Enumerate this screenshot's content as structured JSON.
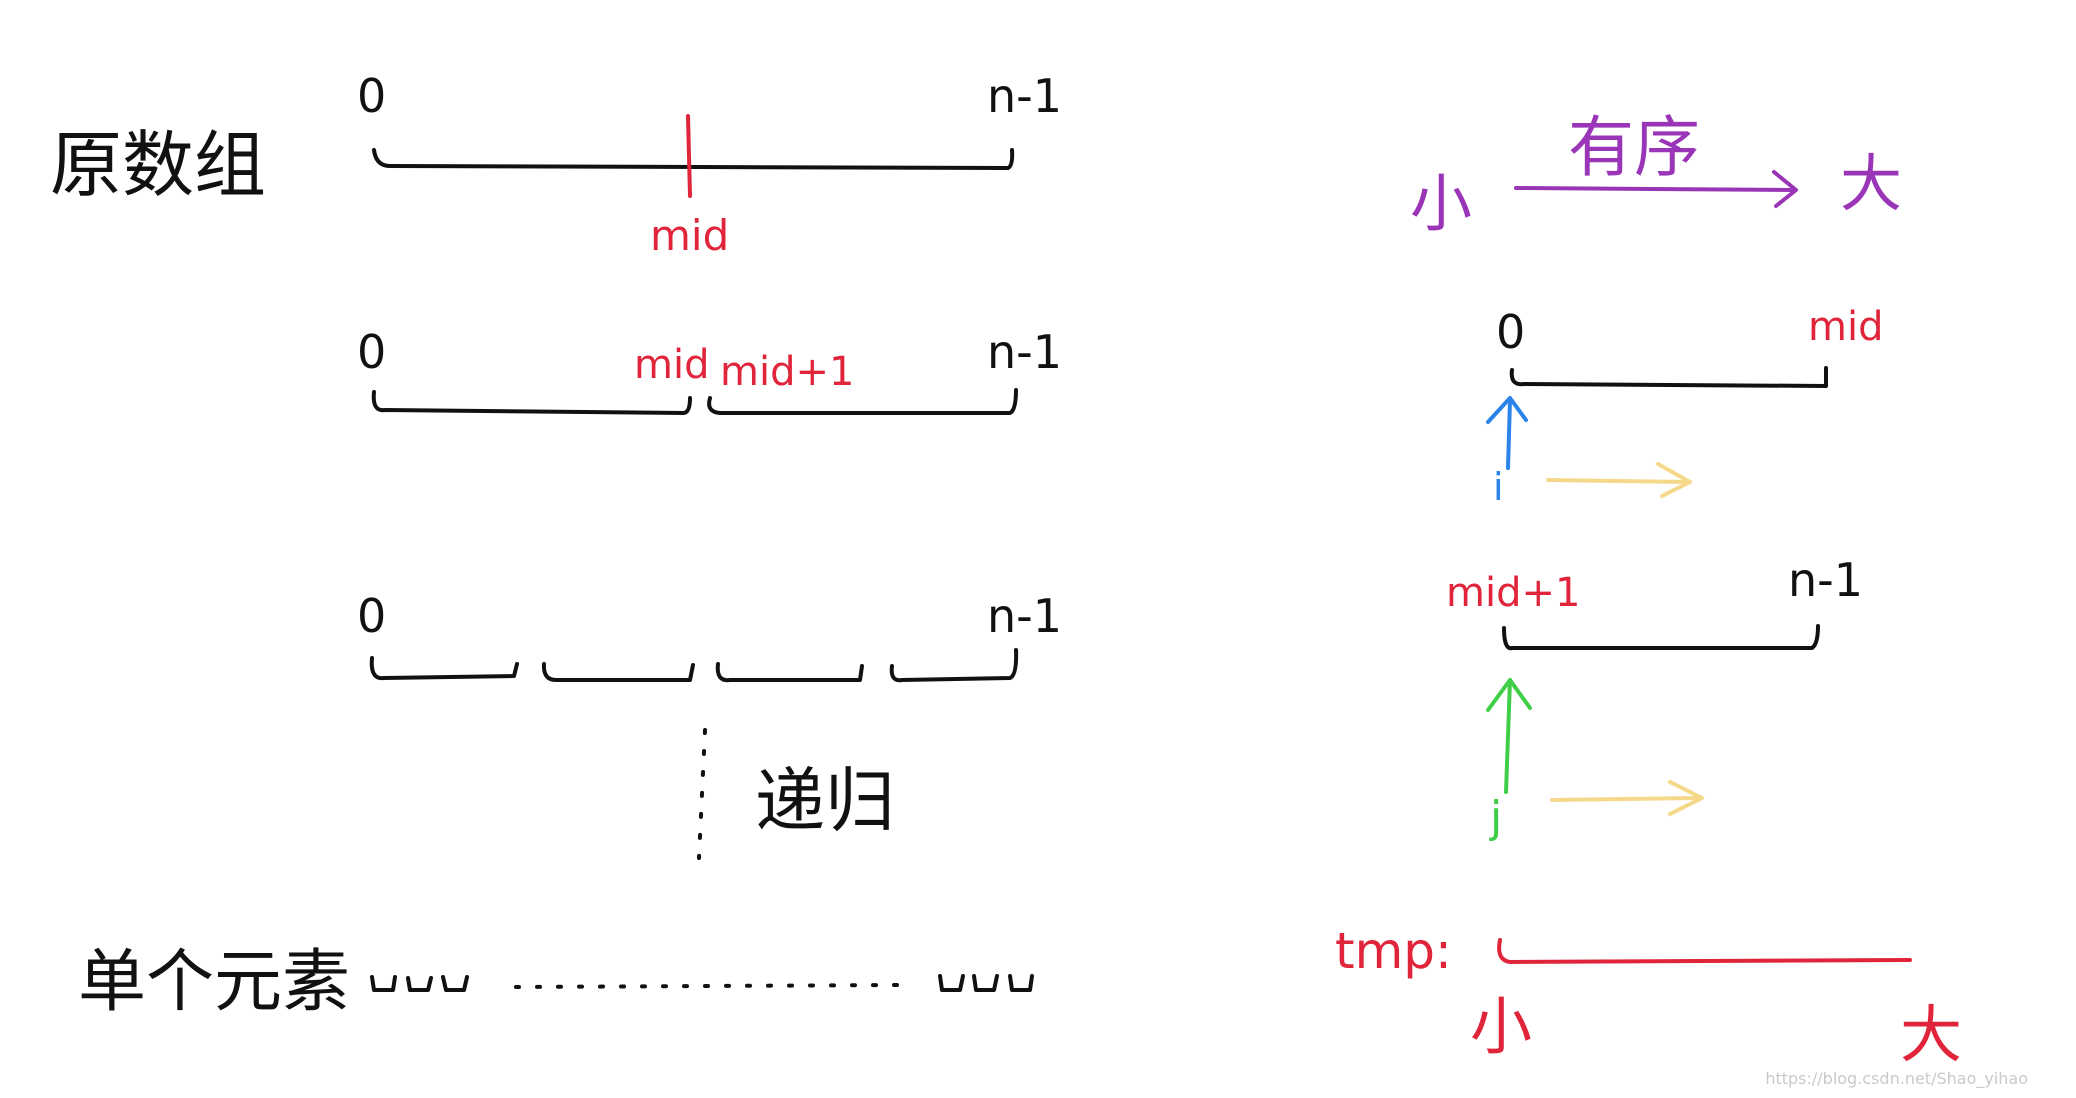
{
  "colors": {
    "black": "#111111",
    "red": "#e0243a",
    "purple": "#9b35b8",
    "blue": "#2a83e8",
    "green": "#3fcf47",
    "yellow": "#f6d88a"
  },
  "left": {
    "original_array_label": "原数组",
    "row1": {
      "start": "0",
      "end": "n-1",
      "mid": "mid"
    },
    "row2": {
      "start": "0",
      "mid": "mid",
      "mid_plus_one": "mid+1",
      "end": "n-1"
    },
    "row3": {
      "start": "0",
      "end": "n-1"
    },
    "recursion_label": "递归",
    "single_element_label": "单个元素"
  },
  "right": {
    "order_small": "小",
    "order_label": "有序",
    "order_large": "大",
    "left_range": {
      "start": "0",
      "end": "mid",
      "pointer": "i"
    },
    "right_range": {
      "start": "mid+1",
      "end": "n-1",
      "pointer": "j"
    },
    "tmp_label": "tmp:",
    "tmp_small": "小",
    "tmp_large": "大"
  },
  "watermark": "https://blog.csdn.net/Shao_yihao"
}
